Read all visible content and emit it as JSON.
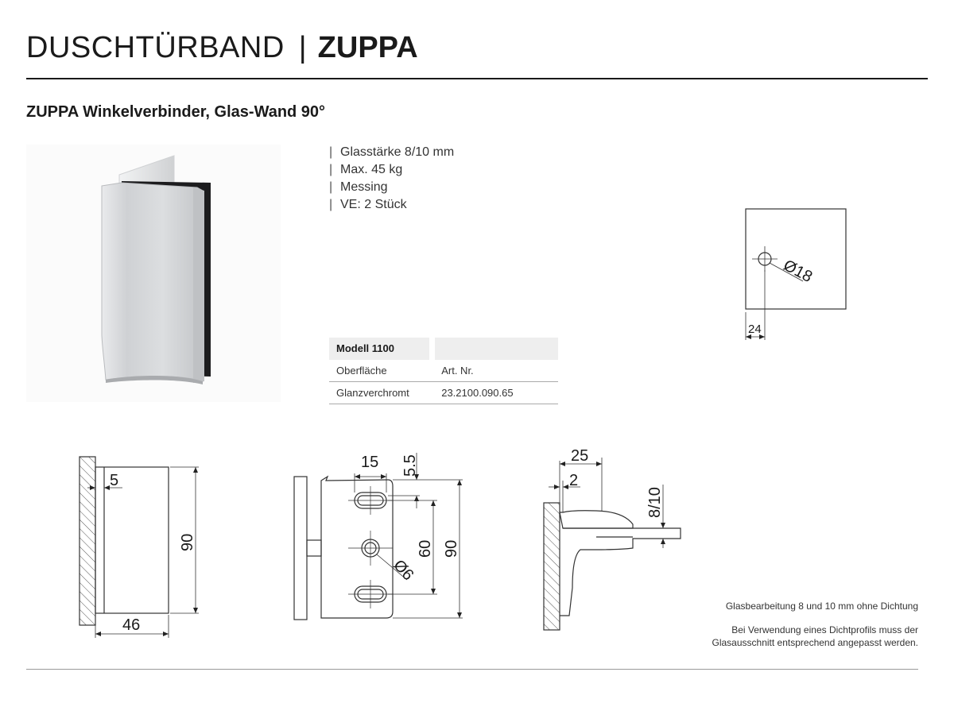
{
  "header": {
    "title_light": "DUSCHTÜRBAND",
    "separator": "|",
    "title_bold": "ZUPPA"
  },
  "subtitle": "ZUPPA Winkelverbinder, Glas-Wand 90°",
  "specs": [
    {
      "bar": "|",
      "text": "Glasstärke 8/10 mm"
    },
    {
      "bar": "|",
      "text": "Max. 45 kg"
    },
    {
      "bar": "|",
      "text": "Messing"
    },
    {
      "bar": "|",
      "text": "VE: 2 Stück"
    }
  ],
  "table": {
    "header": [
      "Modell 1100",
      ""
    ],
    "columns": [
      "Oberfläche",
      "Art. Nr."
    ],
    "rows": [
      [
        "Glanzverchromt",
        "23.2100.090.65"
      ]
    ]
  },
  "dimensions": {
    "hole_diameter": "Ø18",
    "hole_offset": "24",
    "side_gap": "5",
    "side_height": "90",
    "side_width": "46",
    "front_slot_offset": "15",
    "front_slot_height": "5.5",
    "front_hole_spacing": "60",
    "front_height": "90",
    "front_hole_diameter": "Ø6",
    "top_depth": "25",
    "top_gap": "2",
    "top_glass": "8/10"
  },
  "notes": {
    "line1": "Glasbearbeitung 8 und 10 mm ohne Dichtung",
    "line2": "Bei Verwendung eines Dichtprofils muss der",
    "line3": "Glasausschnitt entsprechend angepasst werden."
  }
}
